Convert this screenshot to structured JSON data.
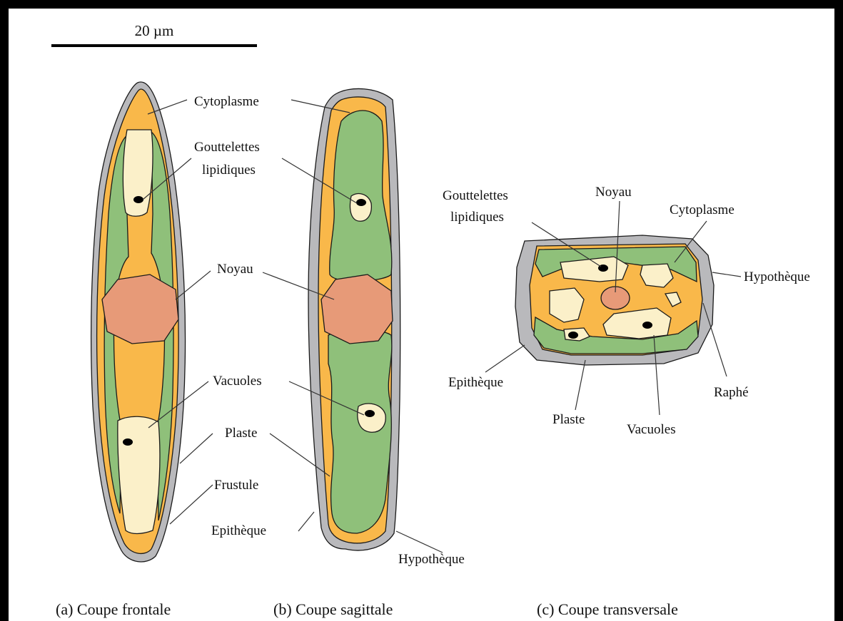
{
  "scale_bar": {
    "label": "20 µm"
  },
  "colors": {
    "frustule": "#b9b9bc",
    "cytoplasm": "#f9b84a",
    "plast": "#8fc07a",
    "lipid": "#fbf0c9",
    "nucleus": "#e79a78",
    "dot": "#000000",
    "border": "#000000"
  },
  "panels": [
    {
      "caption": "(a) Coupe frontale",
      "labels": {
        "cytoplasme": "Cytoplasme",
        "gouttelettes_1": "Gouttelettes",
        "gouttelettes_2": "lipidiques",
        "noyau": "Noyau",
        "vacuoles": "Vacuoles",
        "plaste": "Plaste",
        "frustule": "Frustule",
        "epitheque": "Epithèque"
      }
    },
    {
      "caption": "(b) Coupe sagittale",
      "labels": {
        "hypotheque": "Hypothèque"
      }
    },
    {
      "caption": "(c) Coupe transversale",
      "labels": {
        "gouttelettes_1": "Gouttelettes",
        "gouttelettes_2": "lipidiques",
        "noyau": "Noyau",
        "cytoplasme": "Cytoplasme",
        "hypotheque": "Hypothèque",
        "epitheque": "Epithèque",
        "raphe": "Raphé",
        "plaste": "Plaste",
        "vacuoles": "Vacuoles"
      }
    }
  ]
}
